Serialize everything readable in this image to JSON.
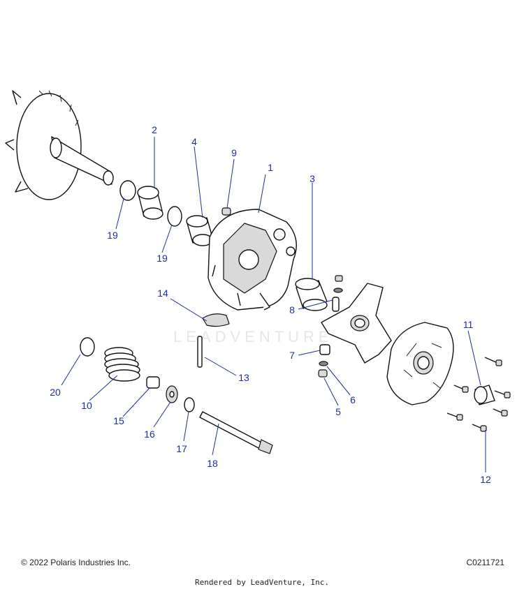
{
  "watermark": "LEADVENTURE",
  "footer": {
    "copyright": "© 2022 Polaris Industries Inc.",
    "diagram_code": "C0211721",
    "rendered_by": "Rendered by LeadVenture, Inc."
  },
  "callouts": [
    "1",
    "2",
    "3",
    "4",
    "5",
    "6",
    "7",
    "8",
    "9",
    "10",
    "11",
    "12",
    "13",
    "14",
    "15",
    "16",
    "17",
    "18",
    "19",
    "19",
    "20"
  ]
}
